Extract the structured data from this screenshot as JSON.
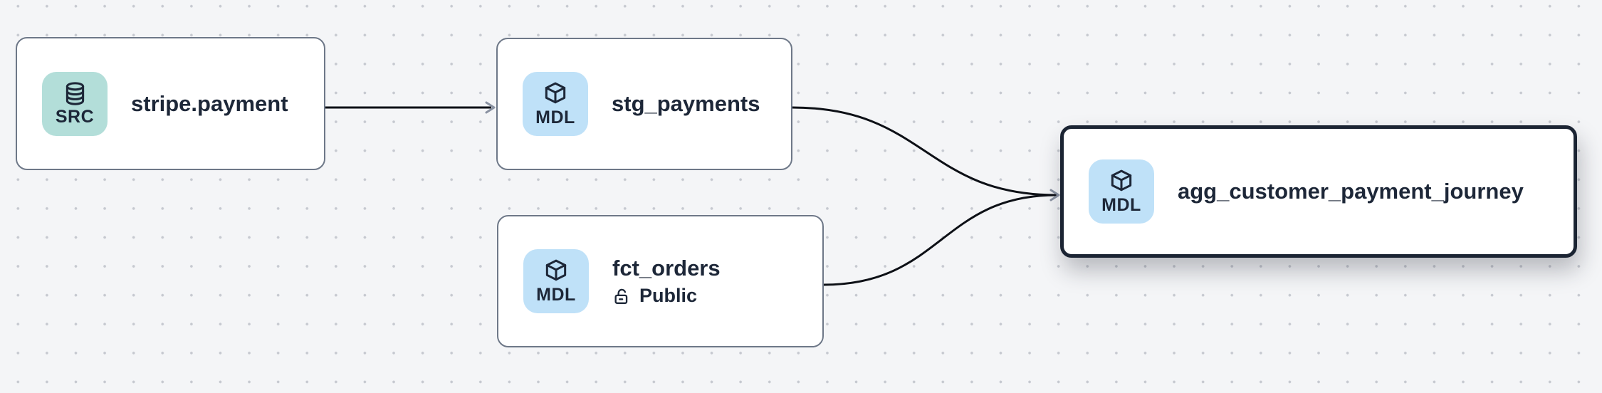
{
  "canvas": {
    "background_color": "#f4f5f7",
    "grid_dot_color": "#c6c9d0",
    "edge_color": "#0d1016",
    "arrowhead_color": "#8a92a2",
    "node_border_color": "#6e7888",
    "selected_node_border_color": "#1b2433",
    "node_background_color": "#ffffff",
    "text_color": "#1d2738",
    "badge_teal": "#b3ded9",
    "badge_blue": "#bfe1f8"
  },
  "nodes": [
    {
      "title": "stripe.payment",
      "type": "source",
      "badge_label": "SRC",
      "badge_icon": "database-icon",
      "selected": false
    },
    {
      "title": "stg_payments",
      "type": "model",
      "badge_label": "MDL",
      "badge_icon": "cube-icon",
      "selected": false
    },
    {
      "title": "fct_orders",
      "type": "model",
      "badge_label": "MDL",
      "badge_icon": "cube-icon",
      "access_label": "Public",
      "access_icon": "lock-open-icon",
      "selected": false
    },
    {
      "title": "agg_customer_payment_journey",
      "type": "model",
      "badge_label": "MDL",
      "badge_icon": "cube-icon",
      "selected": true
    }
  ],
  "edges": [
    {
      "from": "stripe.payment",
      "to": "stg_payments"
    },
    {
      "from": "stg_payments",
      "to": "agg_customer_payment_journey"
    },
    {
      "from": "fct_orders",
      "to": "agg_customer_payment_journey"
    }
  ]
}
